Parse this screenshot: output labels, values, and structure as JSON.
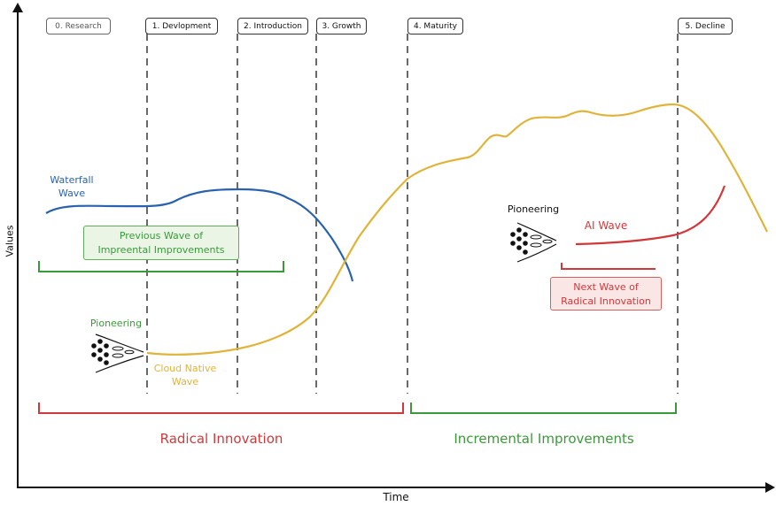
{
  "phases": [
    {
      "label": "0. Research"
    },
    {
      "label": "1. Devlopment"
    },
    {
      "label": "2. Introduction"
    },
    {
      "label": "3. Growth"
    },
    {
      "label": "4. Maturity"
    },
    {
      "label": "5. Decline"
    }
  ],
  "axes": {
    "x_label": "Time",
    "y_label": "Values"
  },
  "waves": {
    "waterfall": {
      "line1": "Waterfall",
      "line2": "Wave",
      "color": "#2a62b0"
    },
    "cloud_native": {
      "line1": "Cloud Native",
      "line2": "Wave",
      "color": "#e0b43a"
    },
    "ai": {
      "label": "AI Wave",
      "color": "#d0393b"
    }
  },
  "pioneering": {
    "left": "Pioneering",
    "right": "Pioneering"
  },
  "notes": {
    "previous": {
      "line1": "Previous Wave of",
      "line2": "Impreental Improvements"
    },
    "next": {
      "line1": "Next Wave of",
      "line2": "Radical Innovation"
    }
  },
  "brackets": {
    "radical": {
      "label": "Radical Innovation",
      "color": "#d0393b"
    },
    "incremental": {
      "label": "Incremental Improvements",
      "color": "#3a9a3a"
    }
  }
}
